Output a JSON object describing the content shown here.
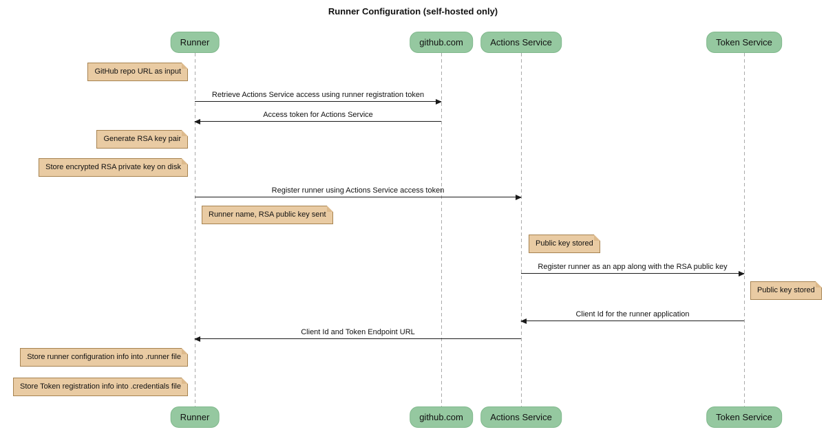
{
  "title": "Runner Configuration (self-hosted only)",
  "colors": {
    "background": "#FFFFFF",
    "text": "#111111",
    "participant_fill": "#95C8A0",
    "participant_border": "#7FB88B",
    "note_fill": "#E9CBA3",
    "note_border": "#A6824F",
    "note_fold": "#DDBA8C",
    "lifeline": "#A9A9A9",
    "arrow": "#1A1A1A"
  },
  "participants": [
    {
      "label": "Runner"
    },
    {
      "label": "github.com"
    },
    {
      "label": "Actions Service"
    },
    {
      "label": "Token Service"
    }
  ],
  "messages": [
    {
      "from": "Runner",
      "to": "github.com",
      "label": "Retrieve Actions Service access using runner registration token"
    },
    {
      "from": "github.com",
      "to": "Runner",
      "label": "Access token for Actions Service"
    },
    {
      "from": "Runner",
      "to": "Actions Service",
      "label": "Register runner using Actions Service access token"
    },
    {
      "from": "Actions Service",
      "to": "Token Service",
      "label": "Register runner as an app along with the RSA public key"
    },
    {
      "from": "Token Service",
      "to": "Actions Service",
      "label": "Client Id for the runner application"
    },
    {
      "from": "Actions Service",
      "to": "Runner",
      "label": "Client Id and Token Endpoint URL"
    }
  ],
  "notes": [
    {
      "position": "left of Runner",
      "text": "GitHub repo URL as input"
    },
    {
      "position": "left of Runner",
      "text": "Generate RSA key pair"
    },
    {
      "position": "left of Runner",
      "text": "Store encrypted RSA private key on disk"
    },
    {
      "position": "right of Runner",
      "text": "Runner name, RSA public key sent"
    },
    {
      "position": "right of Actions Service",
      "text": "Public key stored"
    },
    {
      "position": "right of Token Service",
      "text": "Public key stored"
    },
    {
      "position": "left of Runner",
      "text": "Store runner configuration info into .runner file"
    },
    {
      "position": "left of Runner",
      "text": "Store Token registration info into .credentials file"
    }
  ]
}
